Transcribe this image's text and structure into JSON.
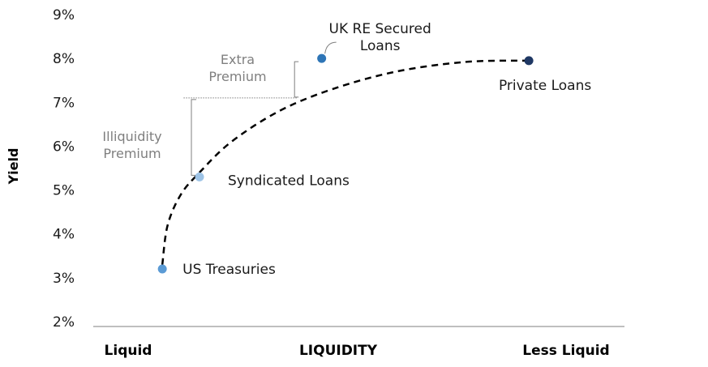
{
  "chart_data": {
    "type": "scatter",
    "title": "",
    "ylabel": "Yield",
    "ylim": [
      2,
      9
    ],
    "yticks": [
      "2%",
      "3%",
      "4%",
      "5%",
      "6%",
      "7%",
      "8%",
      "9%"
    ],
    "xlabel": "LIQUIDITY",
    "x_left_label": "Liquid",
    "x_right_label": "Less Liquid",
    "grid": false,
    "points": [
      {
        "name": "US Treasuries",
        "x": 0.13,
        "y": 3.2,
        "color": "#5b9bd5"
      },
      {
        "name": "Syndicated Loans",
        "x": 0.2,
        "y": 5.3,
        "color": "#9dc3e6"
      },
      {
        "name": "UK RE Secured Loans",
        "x": 0.43,
        "y": 8.0,
        "color": "#2e75b6"
      },
      {
        "name": "Private Loans",
        "x": 0.82,
        "y": 7.95,
        "color": "#1f3864"
      }
    ],
    "trend_curve": {
      "style": "dashed",
      "color": "#000000",
      "points": [
        [
          0.13,
          3.3
        ],
        [
          0.14,
          4.2
        ],
        [
          0.165,
          4.9
        ],
        [
          0.2,
          5.4
        ],
        [
          0.26,
          6.1
        ],
        [
          0.35,
          6.8
        ],
        [
          0.45,
          7.3
        ],
        [
          0.57,
          7.7
        ],
        [
          0.7,
          7.92
        ],
        [
          0.82,
          7.95
        ]
      ]
    },
    "annotations": [
      {
        "text_lines": [
          "Illiquidity",
          "Premium"
        ],
        "range": [
          5.3,
          7.1
        ]
      },
      {
        "text_lines": [
          "Extra",
          "Premium"
        ],
        "range": [
          7.1,
          8.0
        ]
      }
    ],
    "label_lines": {
      "UK RE Secured Loans": [
        "UK RE Secured",
        "Loans"
      ]
    }
  }
}
